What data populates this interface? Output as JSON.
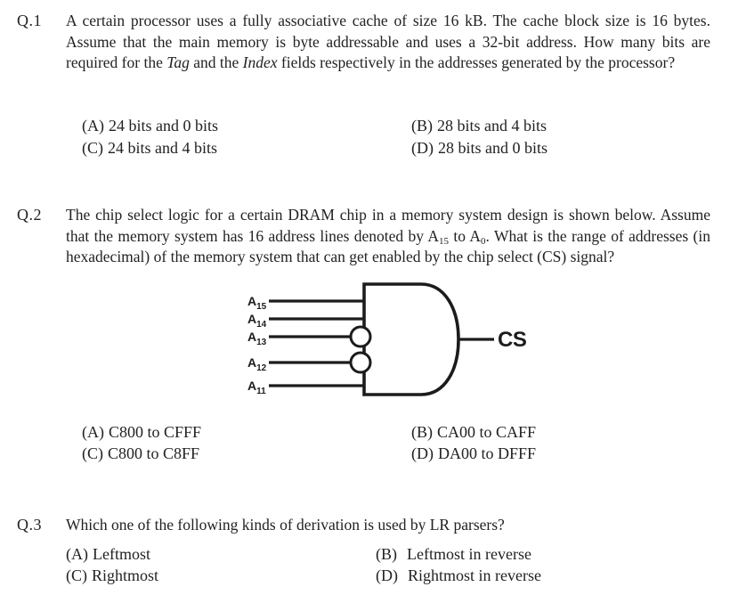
{
  "page": {
    "background": "#ffffff",
    "ink": "#222222"
  },
  "q1": {
    "number": "Q.1",
    "t1": "A certain processor uses a fully associative cache of size 16 kB. The cache block size is 16 bytes. Assume that the main memory is byte addressable and uses a 32-bit address. How many bits are required for the ",
    "i1": "Tag",
    "t2": " and the ",
    "i2": "Index",
    "t3": " fields respectively in the addresses generated by the processor?",
    "options": [
      {
        "label": "(A)",
        "text": "24 bits and 0 bits"
      },
      {
        "label": "(B)",
        "text": "28 bits and 4 bits"
      },
      {
        "label": "(C)",
        "text": "24 bits and 4 bits"
      },
      {
        "label": "(D)",
        "text": "28 bits and 0 bits"
      }
    ]
  },
  "q2": {
    "number": "Q.2",
    "t1": "The chip select logic for a certain DRAM chip in a memory system design is shown below. Assume that the memory system has 16 address lines denoted by A",
    "s1": "15",
    "t2": " to A",
    "s2": "0",
    "t3": ". What is the range of addresses (in hexadecimal) of the memory system that can get enabled by the chip select (CS) signal?",
    "options": [
      {
        "label": "(A)",
        "text": "C800 to CFFF"
      },
      {
        "label": "(B)",
        "text": "CA00 to CAFF"
      },
      {
        "label": "(C)",
        "text": "C800 to C8FF"
      },
      {
        "label": "(D)",
        "text": "DA00 to DFFF"
      }
    ]
  },
  "q3": {
    "number": "Q.3",
    "text": "Which one of the following kinds of derivation is used by LR parsers?",
    "options": [
      {
        "label": "(A)",
        "text": "Leftmost"
      },
      {
        "label": "(B)",
        "text": "Leftmost in reverse"
      },
      {
        "label": "(C)",
        "text": "Rightmost"
      },
      {
        "label": "(D)",
        "text": "Rightmost in reverse"
      }
    ]
  },
  "diagram": {
    "gate_type": "AND",
    "output_label": "CS",
    "inputs": [
      {
        "base": "A",
        "sub": "15",
        "inverted": false
      },
      {
        "base": "A",
        "sub": "14",
        "inverted": false
      },
      {
        "base": "A",
        "sub": "13",
        "inverted": true
      },
      {
        "base": "A",
        "sub": "12",
        "inverted": true
      },
      {
        "base": "A",
        "sub": "11",
        "inverted": false
      }
    ]
  }
}
